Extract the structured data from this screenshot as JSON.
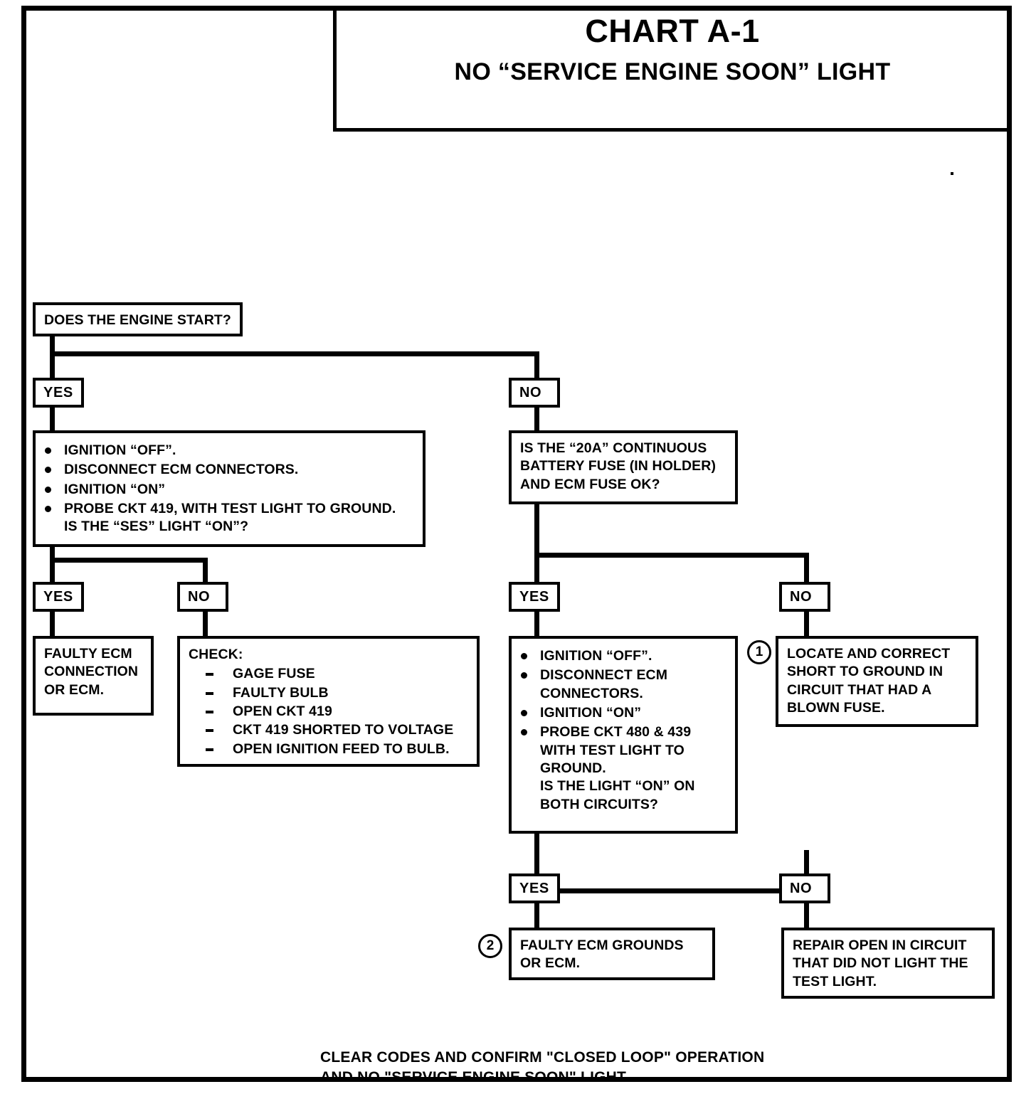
{
  "header": {
    "chart_number": "CHART A-1",
    "chart_title": "NO “SERVICE ENGINE SOON” LIGHT"
  },
  "nodes": {
    "start_question": "DOES THE ENGINE START?",
    "yes_label": "YES",
    "no_label": "NO",
    "left_test": {
      "bullets": [
        [
          "IGNITION “OFF”."
        ],
        [
          "DISCONNECT ECM CONNECTORS."
        ],
        [
          "IGNITION “ON”"
        ],
        [
          "PROBE CKT 419, WITH TEST LIGHT TO GROUND.",
          "IS THE “SES” LIGHT “ON”?"
        ]
      ]
    },
    "faulty_ecm_connection": "FAULTY ECM\nCONNECTION\nOR ECM.",
    "check_box": {
      "heading": "CHECK:",
      "items": [
        "GAGE FUSE",
        "FAULTY BULB",
        "OPEN CKT 419",
        "CKT 419 SHORTED TO VOLTAGE",
        "OPEN IGNITION FEED TO BULB."
      ]
    },
    "fuse_question": "IS THE “20A” CONTINUOUS\nBATTERY FUSE (IN HOLDER)\nAND ECM FUSE OK?",
    "right_test": {
      "bullets": [
        [
          "IGNITION “OFF”."
        ],
        [
          "DISCONNECT ECM",
          "CONNECTORS."
        ],
        [
          "IGNITION “ON”"
        ],
        [
          "PROBE CKT 480 & 439",
          "WITH TEST LIGHT TO",
          "GROUND.",
          "IS THE LIGHT “ON” ON",
          "BOTH CIRCUITS?"
        ]
      ]
    },
    "locate_short": "LOCATE AND CORRECT\nSHORT TO GROUND IN\nCIRCUIT THAT HAD A\nBLOWN FUSE.",
    "faulty_ecm_grounds": "FAULTY ECM GROUNDS\nOR ECM.",
    "repair_open": "REPAIR OPEN IN CIRCUIT\nTHAT DID NOT LIGHT THE\nTEST LIGHT."
  },
  "markers": {
    "ref_one": "1",
    "ref_two": "2"
  },
  "footer": {
    "note": "CLEAR CODES AND CONFIRM \"CLOSED LOOP\" OPERATION\nAND NO \"SERVICE ENGINE SOON\" LIGHT."
  }
}
